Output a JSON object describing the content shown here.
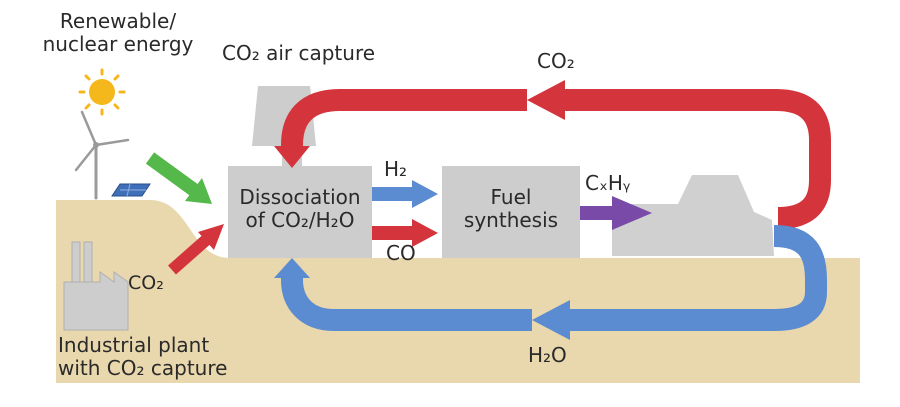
{
  "labels": {
    "energy_line1": "Renewable/",
    "energy_line2": "nuclear energy",
    "air_capture": "CO₂ air capture",
    "co2_top": "CO₂",
    "h2": "H₂",
    "co": "CO",
    "cxhy": "CₓHᵧ",
    "dissociation_line1": "Dissociation",
    "dissociation_line2": "of CO₂/H₂O",
    "fuel_line1": "Fuel",
    "fuel_line2": "synthesis",
    "co2_plant": "CO₂",
    "plant_line1": "Industrial plant",
    "plant_line2": "with CO₂ capture",
    "h2o_bottom": "H₂O"
  },
  "colors": {
    "red": "#d4343b",
    "blue": "#5b8bd0",
    "green": "#55b84a",
    "purple": "#7a4aa8",
    "gray_box": "#cdcdcd",
    "ground": "#e9d7ad",
    "sun": "#f5b81c"
  }
}
